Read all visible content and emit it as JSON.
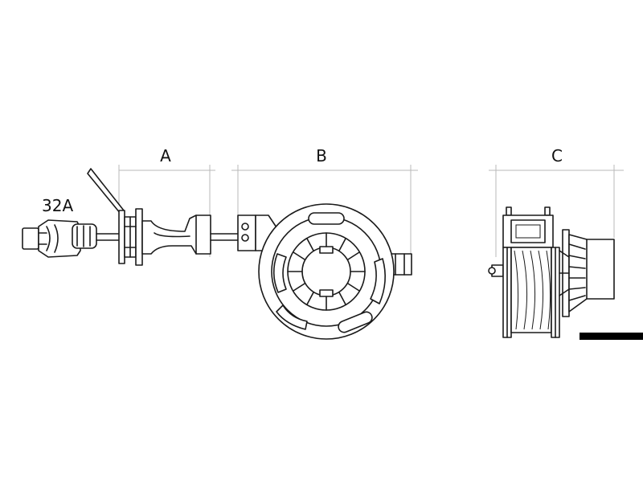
{
  "labels": {
    "plug_rating": "32A",
    "dim_a": "A",
    "dim_b": "B",
    "dim_c": "C"
  },
  "colors": {
    "line": "#1a1a1a",
    "dimension_line": "#b9b9b9",
    "bar": "#000000",
    "background": "#ffffff"
  }
}
